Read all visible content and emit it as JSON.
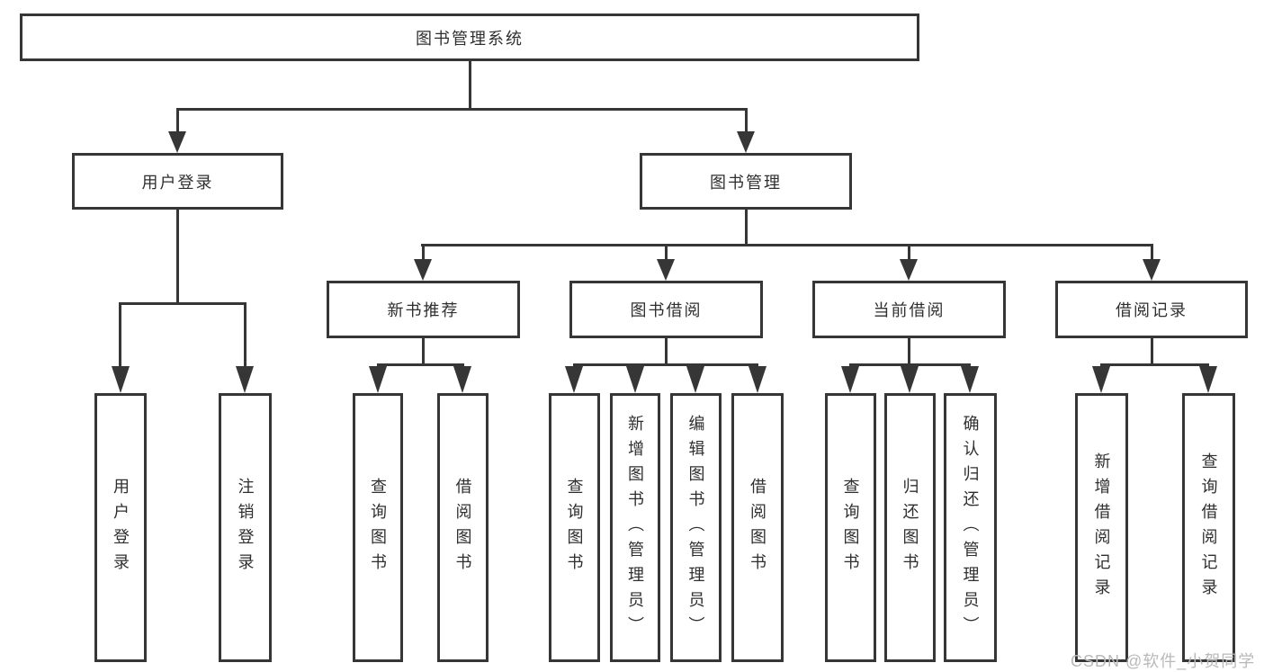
{
  "tree": {
    "root": {
      "label": "图书管理系统",
      "children": [
        {
          "label": "用户登录",
          "children": [
            {
              "label": "用户登录"
            },
            {
              "label": "注销登录"
            }
          ]
        },
        {
          "label": "图书管理",
          "children": [
            {
              "label": "新书推荐",
              "children": [
                {
                  "label": "查询图书"
                },
                {
                  "label": "借阅图书"
                }
              ]
            },
            {
              "label": "图书借阅",
              "children": [
                {
                  "label": "查询图书"
                },
                {
                  "label": "新增图书（管理员）"
                },
                {
                  "label": "编辑图书（管理员）"
                },
                {
                  "label": "借阅图书"
                }
              ]
            },
            {
              "label": "当前借阅",
              "children": [
                {
                  "label": "查询图书"
                },
                {
                  "label": "归还图书"
                },
                {
                  "label": "确认归还（管理员）"
                }
              ]
            },
            {
              "label": "借阅记录",
              "children": [
                {
                  "label": "新增借阅记录"
                },
                {
                  "label": "查询借阅记录"
                }
              ]
            }
          ]
        }
      ]
    }
  },
  "colors": {
    "line": "#363636",
    "text": "#2f2f2f",
    "watermark_text_color": "#b9b9b9",
    "background": "#ffffff"
  },
  "watermark": {
    "text": "CSDN @软件_小贺同学"
  }
}
